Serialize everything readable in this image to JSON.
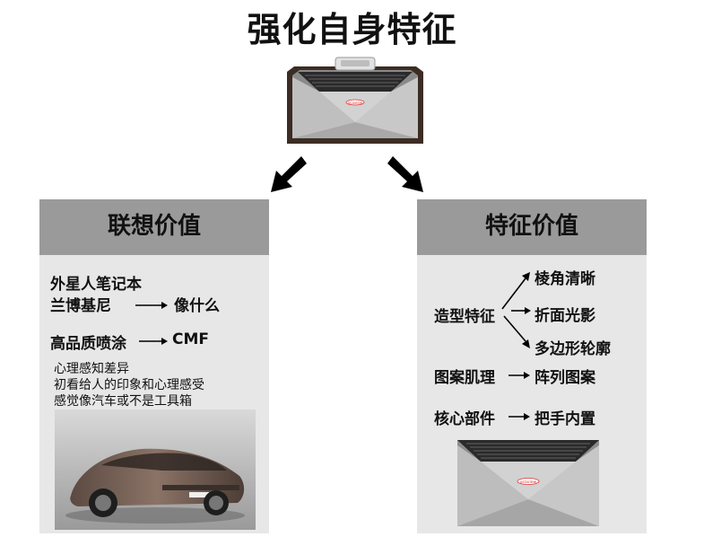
{
  "title": "强化自身特征",
  "left_panel": {
    "header": "联想价值",
    "line1": "外星人笔记本",
    "line2": "兰博基尼",
    "line2_target": "像什么",
    "line3": "高品质喷涂",
    "line3_target": "CMF",
    "note1": "心理感知差异",
    "note2": "初看给人的印象和心理感受",
    "note3": "感觉像汽车或不是工具箱"
  },
  "right_panel": {
    "header": "特征价值",
    "shape_label": "造型特征",
    "shape_items": [
      "棱角清晰",
      "折面光影",
      "多边形轮廓"
    ],
    "pattern_label": "图案肌理",
    "pattern_target": "阵列图案",
    "core_label": "核心部件",
    "core_target": "把手内置"
  },
  "product_logo": "ocaview"
}
